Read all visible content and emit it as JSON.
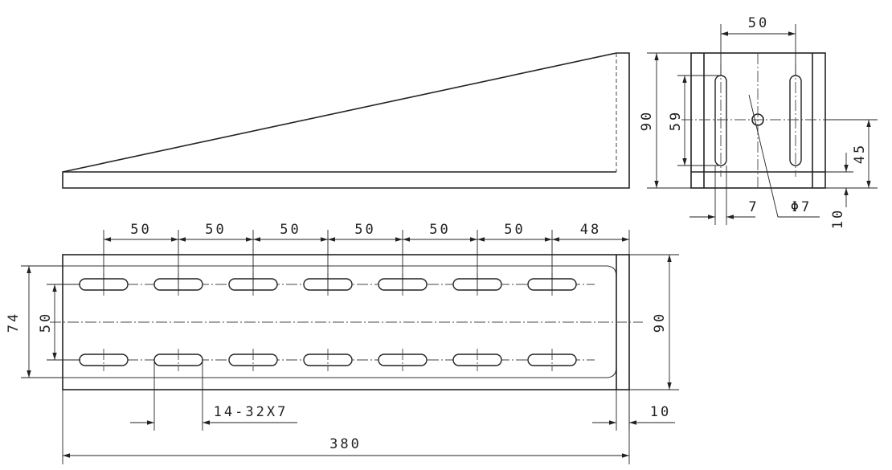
{
  "dimensions": {
    "top_view_width": "90",
    "top_view_slot_span": "59",
    "end_view_spacing": "50",
    "end_view_hole_height": "45",
    "end_view_base_thickness": "10",
    "end_view_slot_width": "7",
    "end_view_hole_dia": "Φ7",
    "plan_spacing": [
      "50",
      "50",
      "50",
      "50",
      "50",
      "50",
      "48"
    ],
    "plan_outer_width": "74",
    "plan_row_spacing": "50",
    "plan_right_width": "90",
    "slot_callout": "14-32X7",
    "flange_thickness": "10",
    "overall_length": "380"
  }
}
